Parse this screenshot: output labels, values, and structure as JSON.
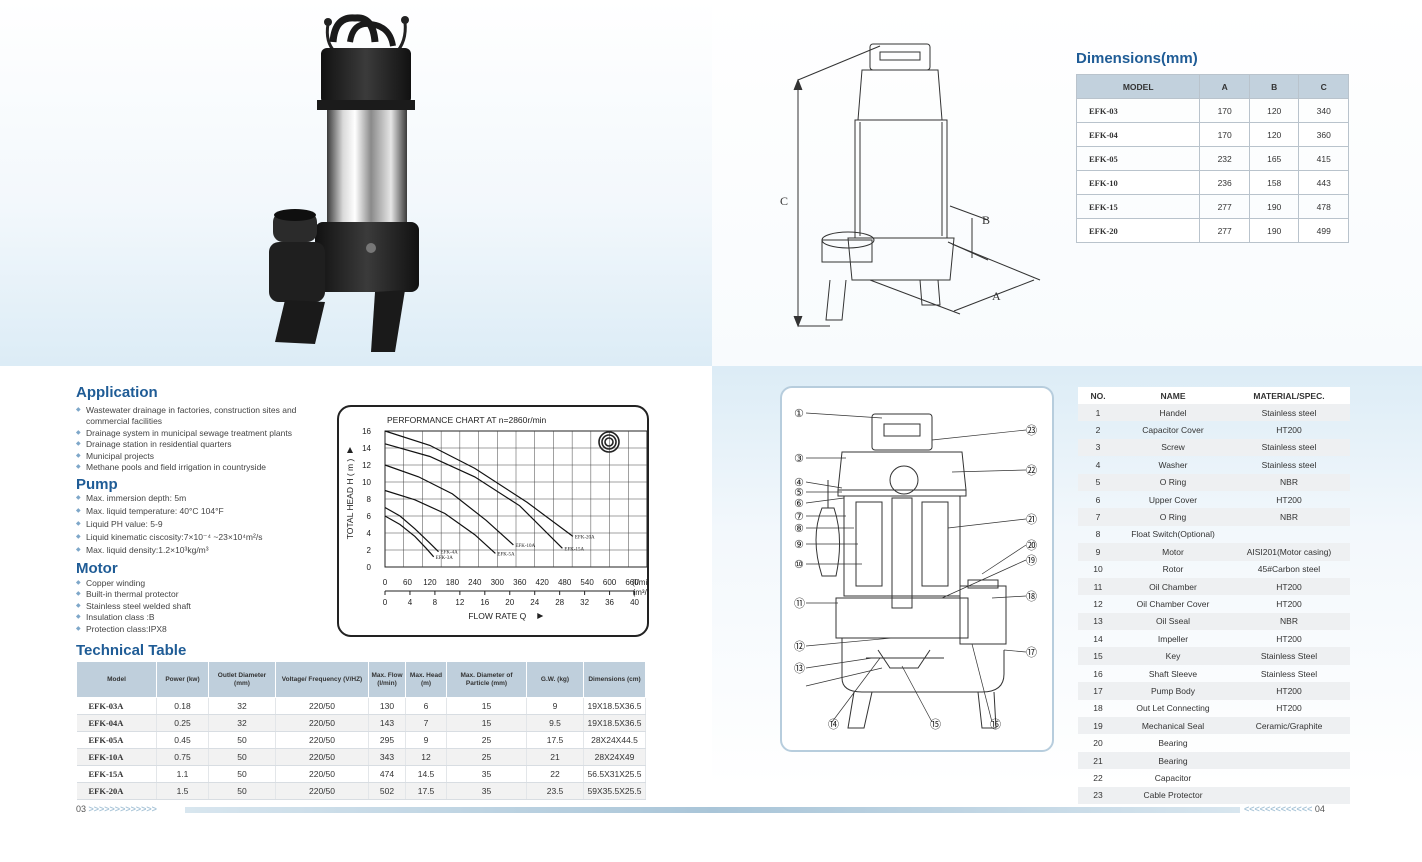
{
  "application": {
    "title": "Application",
    "items": [
      "Wastewater drainage in factories, construction sites and commercial facilities",
      "Drainage system in municipal sewage treatment plants",
      "Drainage station in residential quarters",
      "Municipal projects",
      "Methane pools and field irrigation in countryside"
    ]
  },
  "pump": {
    "title": "Pump",
    "items": [
      "Max. immersion depth: 5m",
      "Max. liquid temperature: 40°C  104°F",
      "Liquid PH value: 5-9",
      "Liquid kinematic ciscosity:7×10⁻⁴ ~23×10⁴m²/s",
      "Max. liquid density:1.2×10³kg/m³"
    ]
  },
  "motor": {
    "title": "Motor",
    "items": [
      "Copper winding",
      "Built-in thermal protector",
      "Stainless steel welded shaft",
      "Insulation class :B",
      "Protection class:IPX8"
    ]
  },
  "technical": {
    "title": "Technical Table",
    "headers": [
      "Model",
      "Power (kw)",
      "Outlet Diameter (mm)",
      "Voltage/ Frequency (V/HZ)",
      "Max. Flow (l/min)",
      "Max. Head (m)",
      "Max. Diameter of Particle (mm)",
      "G.W. (kg)",
      "Dimensions (cm)"
    ],
    "rows": [
      [
        "EFK-03A",
        "0.18",
        "32",
        "220/50",
        "130",
        "6",
        "15",
        "9",
        "19X18.5X36.5"
      ],
      [
        "EFK-04A",
        "0.25",
        "32",
        "220/50",
        "143",
        "7",
        "15",
        "9.5",
        "19X18.5X36.5"
      ],
      [
        "EFK-05A",
        "0.45",
        "50",
        "220/50",
        "295",
        "9",
        "25",
        "17.5",
        "28X24X44.5"
      ],
      [
        "EFK-10A",
        "0.75",
        "50",
        "220/50",
        "343",
        "12",
        "25",
        "21",
        "28X24X49"
      ],
      [
        "EFK-15A",
        "1.1",
        "50",
        "220/50",
        "474",
        "14.5",
        "35",
        "22",
        "56.5X31X25.5"
      ],
      [
        "EFK-20A",
        "1.5",
        "50",
        "220/50",
        "502",
        "17.5",
        "35",
        "23.5",
        "59X35.5X25.5"
      ]
    ]
  },
  "chart": {
    "title": "PERFORMANCE  CHART  AT  n=2860r/min",
    "ylabel": "TOTAL HEAD  H ( m )",
    "xlabel": "FLOW  RATE  Q",
    "unit_lmin": "(l/min)",
    "unit_m3h": "(m³/h)",
    "y_ticks": [
      "16",
      "14",
      "12",
      "10",
      "8",
      "6",
      "4",
      "2",
      "0"
    ],
    "x_ticks_lmin": [
      "0",
      "60",
      "120",
      "180",
      "240",
      "300",
      "360",
      "420",
      "480",
      "540",
      "600",
      "660"
    ],
    "x_ticks_m3h": [
      "0",
      "4",
      "8",
      "12",
      "16",
      "20",
      "24",
      "28",
      "32",
      "36",
      "40"
    ],
    "curve_labels": [
      "EFK-3A",
      "EFK-4A",
      "EFK-5A",
      "EFK-10A",
      "EFK-15A",
      "EFK-20A"
    ]
  },
  "chart_data": {
    "type": "line",
    "title": "PERFORMANCE  CHART  AT  n=2860r/min",
    "xlabel": "FLOW  RATE  Q",
    "ylabel": "TOTAL HEAD  H ( m )",
    "xlim": [
      0,
      700
    ],
    "ylim": [
      0,
      16
    ],
    "grid": true,
    "series": [
      {
        "name": "EFK-3A",
        "x": [
          0,
          40,
          80,
          110,
          130
        ],
        "y": [
          6,
          5,
          3.6,
          2.2,
          1.2
        ]
      },
      {
        "name": "EFK-4A",
        "x": [
          0,
          40,
          80,
          120,
          143
        ],
        "y": [
          7,
          6,
          4.5,
          2.8,
          1.8
        ]
      },
      {
        "name": "EFK-5A",
        "x": [
          0,
          80,
          160,
          240,
          295
        ],
        "y": [
          9,
          7.9,
          6.3,
          3.8,
          1.6
        ]
      },
      {
        "name": "EFK-10A",
        "x": [
          0,
          90,
          180,
          270,
          343
        ],
        "y": [
          12,
          10.6,
          8.6,
          5.5,
          2.6
        ]
      },
      {
        "name": "EFK-15A",
        "x": [
          0,
          120,
          240,
          360,
          474
        ],
        "y": [
          14.5,
          13,
          10.6,
          7.2,
          2.2
        ]
      },
      {
        "name": "EFK-20A",
        "x": [
          0,
          120,
          240,
          380,
          502
        ],
        "y": [
          16,
          14.3,
          11.6,
          7.6,
          3.6
        ]
      }
    ]
  },
  "dimensions": {
    "title": "Dimensions(mm)",
    "headers": [
      "MODEL",
      "A",
      "B",
      "C"
    ],
    "rows": [
      [
        "EFK-03",
        "170",
        "120",
        "340"
      ],
      [
        "EFK-04",
        "170",
        "120",
        "360"
      ],
      [
        "EFK-05",
        "232",
        "165",
        "415"
      ],
      [
        "EFK-10",
        "236",
        "158",
        "443"
      ],
      [
        "EFK-15",
        "277",
        "190",
        "478"
      ],
      [
        "EFK-20",
        "277",
        "190",
        "499"
      ]
    ],
    "labels": {
      "a": "A",
      "b": "B",
      "c": "C"
    }
  },
  "parts": {
    "headers": [
      "NO.",
      "NAME",
      "MATERIAL/SPEC."
    ],
    "rows": [
      [
        "1",
        "Handel",
        "Stainless steel"
      ],
      [
        "2",
        "Capacitor Cover",
        "HT200"
      ],
      [
        "3",
        "Screw",
        "Stainless steel"
      ],
      [
        "4",
        "Washer",
        "Stainless steel"
      ],
      [
        "5",
        "O Ring",
        "NBR"
      ],
      [
        "6",
        "Upper Cover",
        "HT200"
      ],
      [
        "7",
        "O Ring",
        "NBR"
      ],
      [
        "8",
        "Float  Switch(Optional)",
        ""
      ],
      [
        "9",
        "Motor",
        "AISI201(Motor casing)"
      ],
      [
        "10",
        "Rotor",
        "45#Carbon steel"
      ],
      [
        "11",
        "Oil Chamber",
        "HT200"
      ],
      [
        "12",
        "Oil Chamber Cover",
        "HT200"
      ],
      [
        "13",
        "Oil Sseal",
        "NBR"
      ],
      [
        "14",
        "Impeller",
        "HT200"
      ],
      [
        "15",
        "Key",
        "Stainless Steel"
      ],
      [
        "16",
        "Shaft Sleeve",
        "Stainless Steel"
      ],
      [
        "17",
        "Pump Body",
        "HT200"
      ],
      [
        "18",
        "Out Let Connecting",
        "HT200"
      ],
      [
        "19",
        "Mechanical Seal",
        "Ceramic/Graphite"
      ],
      [
        "20",
        "Bearing",
        ""
      ],
      [
        "21",
        "Bearing",
        ""
      ],
      [
        "22",
        "Capacitor",
        ""
      ],
      [
        "23",
        "Cable Protector",
        ""
      ]
    ]
  },
  "callouts_left": [
    "①",
    "③",
    "④",
    "⑤",
    "⑥",
    "⑦",
    "⑧",
    "⑨",
    "⑩",
    "⑪",
    "⑫",
    "⑬"
  ],
  "callouts_right": [
    "㉓",
    "㉒",
    "㉑",
    "⑳",
    "⑲",
    "⑱",
    "⑰"
  ],
  "callouts_bottom": [
    "⑭",
    "⑮",
    "⑯"
  ],
  "footer": {
    "left_page": "03",
    "left_arrows": ">>>>>>>>>>>>>",
    "right_arrows": "<<<<<<<<<<<<<",
    "right_page": "04"
  },
  "colors": {
    "title_blue": "#1f5c96",
    "header_fill": "#c2d1dd",
    "bullet": "#7ea7c9"
  }
}
